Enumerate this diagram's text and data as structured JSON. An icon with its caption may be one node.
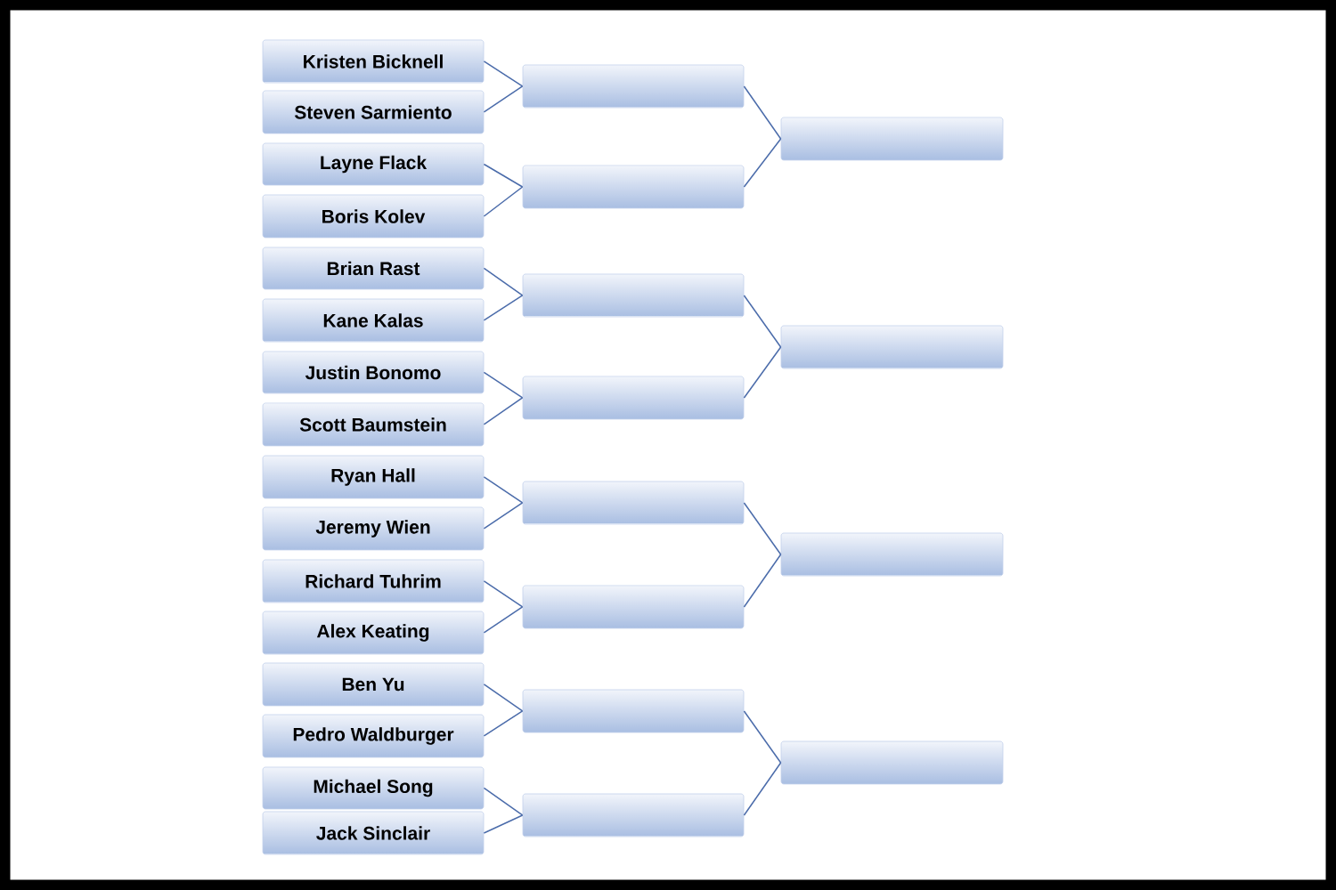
{
  "diagram": {
    "nodes": [
      {
        "text": [
          "Kristen Bicknell"
        ]
      },
      {
        "text": [
          "Steven Sarmiento"
        ]
      },
      {
        "text": [
          "Layne Flack"
        ]
      },
      {
        "text": [
          "Boris Kolev"
        ]
      },
      {
        "text": [
          "Brian Rast"
        ]
      },
      {
        "text": [
          "Kane Kalas"
        ]
      },
      {
        "text": [
          "Justin Bonomo"
        ]
      },
      {
        "text": [
          "Scott Baumstein"
        ]
      },
      {
        "text": [
          "Ryan Hall"
        ]
      },
      {
        "text": [
          "Jeremy Wien"
        ]
      },
      {
        "text": [
          "Richard Tuhrim"
        ]
      },
      {
        "text": [
          "Alex Keating"
        ]
      },
      {
        "text": [
          "Ben Yu"
        ]
      },
      {
        "text": [
          "Pedro Waldburger"
        ]
      },
      {
        "text": [
          "Michael Song"
        ]
      },
      {
        "text": [
          "Jack Sinclair"
        ]
      },
      {
        "text": [],
        "shape": "box"
      },
      {
        "text": [],
        "shape": "box"
      },
      {
        "text": [],
        "shape": "box"
      },
      {
        "text": [],
        "shape": "box"
      },
      {
        "text": [],
        "shape": "box"
      },
      {
        "text": [],
        "shape": "box"
      },
      {
        "text": [],
        "shape": "box"
      },
      {
        "text": [],
        "shape": "box"
      },
      {
        "text": [],
        "shape": "box"
      },
      {
        "text": [],
        "shape": "box"
      },
      {
        "text": [],
        "shape": "box"
      },
      {
        "text": [],
        "shape": "box"
      }
    ],
    "edges": [
      {
        "from": 0,
        "to": 16,
        "arrow": "none"
      },
      {
        "from": 1,
        "to": 16,
        "arrow": "none"
      },
      {
        "from": 2,
        "to": 17,
        "arrow": "none"
      },
      {
        "from": 3,
        "to": 17,
        "arrow": "none"
      },
      {
        "from": 4,
        "to": 18,
        "arrow": "none"
      },
      {
        "from": 5,
        "to": 18,
        "arrow": "none"
      },
      {
        "from": 6,
        "to": 19,
        "arrow": "none"
      },
      {
        "from": 7,
        "to": 19,
        "arrow": "none"
      },
      {
        "from": 8,
        "to": 20,
        "arrow": "none"
      },
      {
        "from": 9,
        "to": 20,
        "arrow": "none"
      },
      {
        "from": 10,
        "to": 21,
        "arrow": "none"
      },
      {
        "from": 11,
        "to": 21,
        "arrow": "none"
      },
      {
        "from": 12,
        "to": 22,
        "arrow": "none"
      },
      {
        "from": 13,
        "to": 22,
        "arrow": "none"
      },
      {
        "from": 14,
        "to": 23,
        "arrow": "none"
      },
      {
        "from": 15,
        "to": 23,
        "arrow": "none"
      },
      {
        "from": 16,
        "to": 24,
        "arrow": "none"
      },
      {
        "from": 17,
        "to": 24,
        "arrow": "none"
      },
      {
        "from": 18,
        "to": 25,
        "arrow": "none"
      },
      {
        "from": 19,
        "to": 25,
        "arrow": "none"
      },
      {
        "from": 20,
        "to": 26,
        "arrow": "none"
      },
      {
        "from": 21,
        "to": 26,
        "arrow": "none"
      },
      {
        "from": 22,
        "to": 27,
        "arrow": "none"
      },
      {
        "from": 23,
        "to": 27,
        "arrow": "none"
      }
    ]
  }
}
